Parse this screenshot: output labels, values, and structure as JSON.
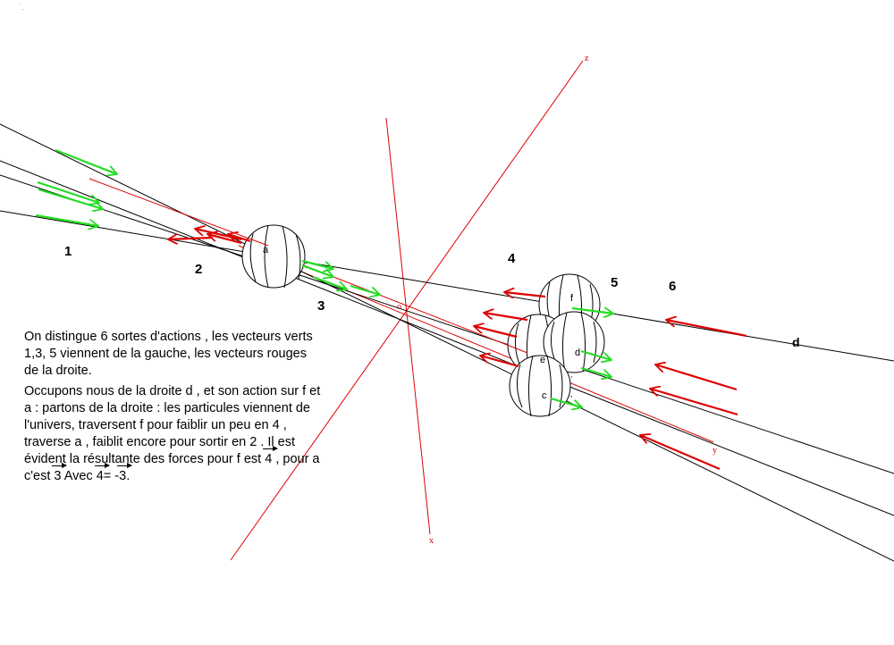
{
  "corner_mark": "˙.",
  "axes": {
    "x": "x",
    "y": "y",
    "z": "z",
    "origin": "o"
  },
  "line_numbers": [
    "1",
    "2",
    "3",
    "4",
    "5",
    "6"
  ],
  "line_label": "d",
  "balls": {
    "a": "a",
    "f": "f",
    "e": "e",
    "d": "d",
    "c": "c"
  },
  "text": {
    "p1": "On distingue 6 sortes d'actions , les vecteurs verts 1,3, 5 viennent de la gauche, les vecteurs rouges de la droite.",
    "p2_a": "Occupons nous de la droite d , et son action sur f et a  : partons de la droite : les particules viennent de l'univers, traversent f pour faiblir un peu en 4 , traverse a , faiblit encore pour sortir en 2 . Il est évident  la résultante des forces pour f est ",
    "p2_v1": "4",
    "p2_b": " , pour a c'est ",
    "p2_v2": "3",
    "p2_c": "  Avec ",
    "p2_v3": "4",
    "p2_d": "= -",
    "p2_v4": "3",
    "p2_e": "."
  },
  "colors": {
    "green": "#22dd22",
    "red": "#dd0000",
    "line": "#000000",
    "axis": "#dd0000"
  }
}
